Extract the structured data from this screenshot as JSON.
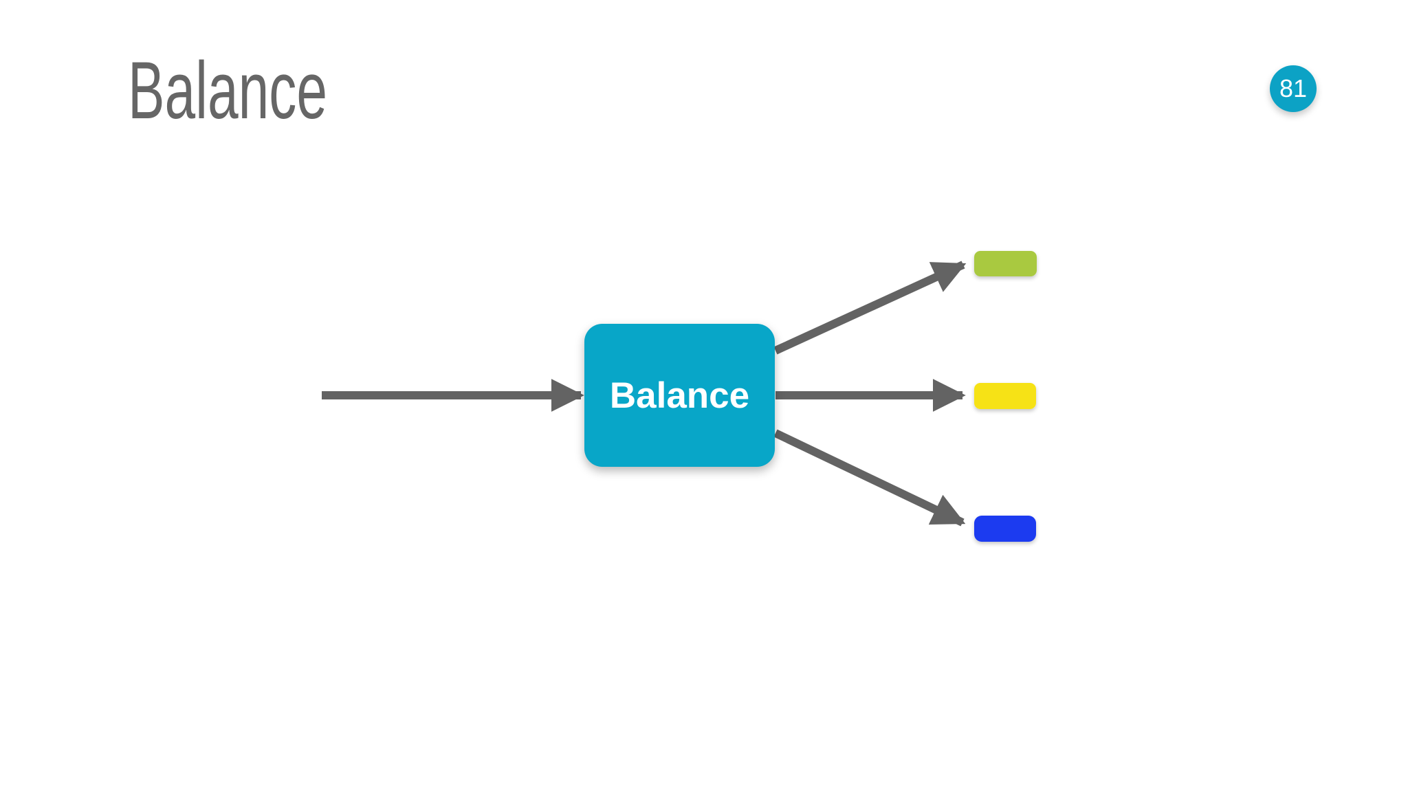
{
  "page": {
    "title": "Balance",
    "page_number": "81"
  },
  "colors": {
    "background": "#ffffff",
    "title_text": "#666666",
    "arrow": "#636363",
    "node_fill": "#08a6c8",
    "node_text": "#ffffff",
    "badge_fill": "#0ca2c5",
    "badge_text": "#ffffff"
  },
  "diagram": {
    "node_label": "Balance",
    "outputs": [
      {
        "id": "green-output",
        "color": "#a9c93f"
      },
      {
        "id": "yellow-output",
        "color": "#f6e214"
      },
      {
        "id": "blue-output",
        "color": "#1a3af0"
      }
    ]
  }
}
